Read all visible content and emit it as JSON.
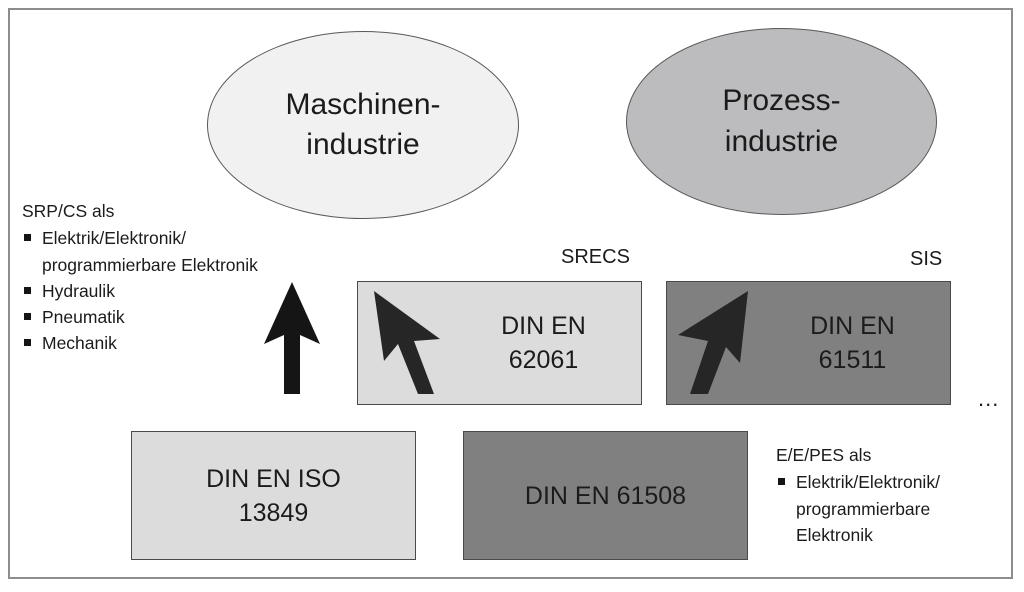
{
  "diagram": {
    "ellipses": [
      {
        "id": "maschinen",
        "line1": "Maschinen-",
        "line2": "industrie",
        "fill": "#f1f1f2"
      },
      {
        "id": "prozess",
        "line1": "Prozess-",
        "line2": "industrie",
        "fill": "#bcbcbe"
      }
    ],
    "left_text": {
      "heading": "SRP/CS als",
      "items": [
        "Elektrik/Elektronik/ programmierbare Elektronik",
        "Hydraulik",
        "Pneumatik",
        "Mechanik"
      ]
    },
    "right_text": {
      "heading": "E/E/PES als",
      "items": [
        "Elektrik/Elektronik/ programmierbare Elektronik"
      ]
    },
    "captions": {
      "srecs": "SRECS",
      "sis": "SIS",
      "more": "..."
    },
    "boxes": [
      {
        "id": "box-62061",
        "line1": "DIN EN",
        "line2": "62061",
        "fill": "#dcdcdc",
        "shade": "light"
      },
      {
        "id": "box-61511",
        "line1": "DIN EN",
        "line2": "61511",
        "fill": "#808080",
        "shade": "dark"
      },
      {
        "id": "box-13849",
        "line1": "DIN EN ISO",
        "line2": "13849",
        "fill": "#dcdcdc",
        "shade": "light"
      },
      {
        "id": "box-61508",
        "line1": "DIN EN 61508",
        "line2": "",
        "fill": "#808080",
        "shade": "dark"
      }
    ],
    "arrows": [
      {
        "id": "arrow-up-machinery",
        "direction": "up",
        "color": "#151515"
      },
      {
        "id": "arrow-srecs",
        "direction": "up-left",
        "color": "#262626"
      },
      {
        "id": "arrow-sis",
        "direction": "up-right",
        "color": "#262626"
      }
    ],
    "colors": {
      "frame_border": "#8d8d8f",
      "box_border": "#4a4a4a",
      "ellipse_border": "#595959",
      "text": "#1b1b1b",
      "bullet": "#151515"
    }
  }
}
